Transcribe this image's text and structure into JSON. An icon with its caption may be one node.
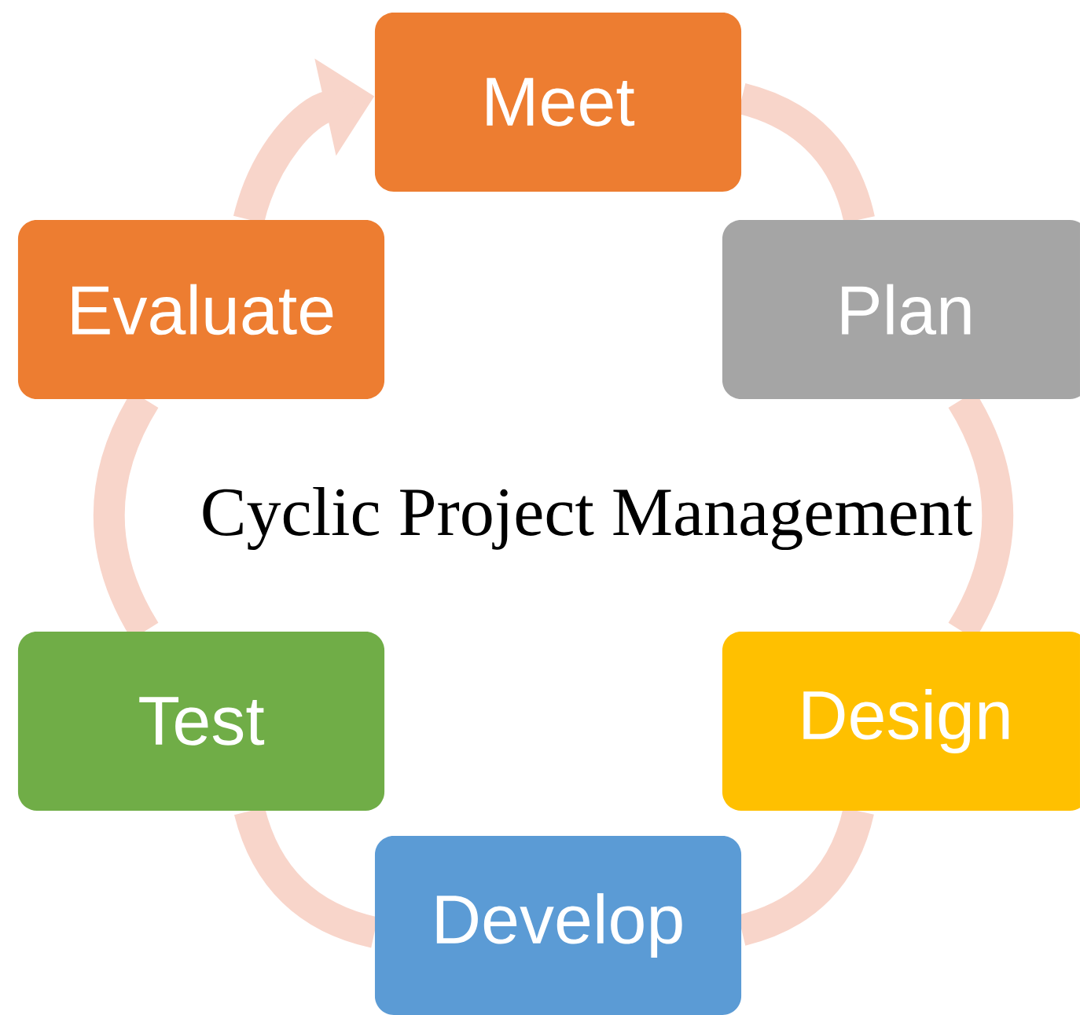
{
  "diagram": {
    "title": "Cyclic Project Management",
    "nodes": [
      {
        "text": [
          "Meet"
        ]
      },
      {
        "text": [
          "Plan"
        ]
      },
      {
        "text": [
          "Design"
        ]
      },
      {
        "text": [
          "Develop"
        ]
      },
      {
        "text": [
          "Test"
        ]
      },
      {
        "text": [
          "Evaluate"
        ]
      }
    ],
    "edges": [
      {
        "from": 0,
        "to": 1,
        "arrow": "none"
      },
      {
        "from": 1,
        "to": 2,
        "arrow": "none"
      },
      {
        "from": 2,
        "to": 3,
        "arrow": "none"
      },
      {
        "from": 3,
        "to": 4,
        "arrow": "none"
      },
      {
        "from": 4,
        "to": 5,
        "arrow": "none"
      },
      {
        "from": 5,
        "to": 0,
        "arrow": "to"
      }
    ]
  }
}
